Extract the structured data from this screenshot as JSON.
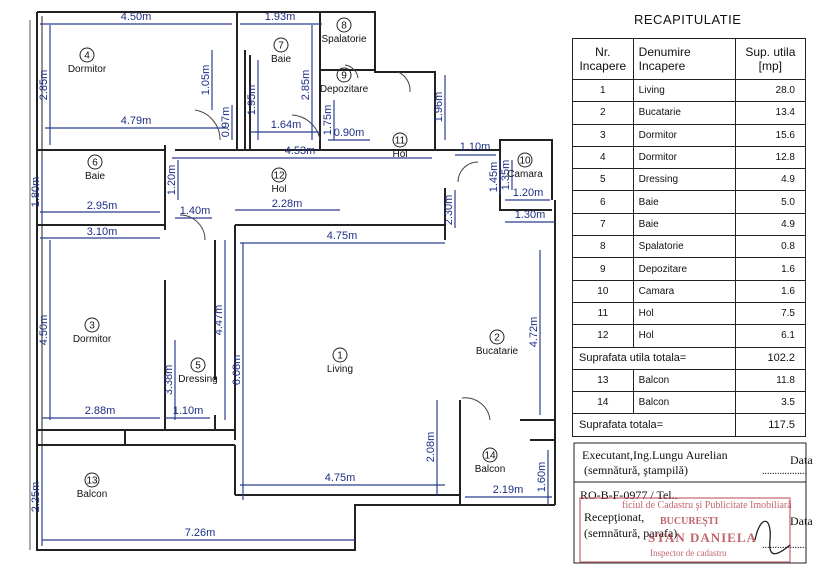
{
  "rooms": [
    {
      "nr": "1",
      "name": "Living",
      "area": "28.0"
    },
    {
      "nr": "2",
      "name": "Bucatarie",
      "area": "13.4"
    },
    {
      "nr": "3",
      "name": "Dormitor",
      "area": "15.6"
    },
    {
      "nr": "4",
      "name": "Dormitor",
      "area": "12.8"
    },
    {
      "nr": "5",
      "name": "Dressing",
      "area": "4.9"
    },
    {
      "nr": "6",
      "name": "Baie",
      "area": "5.0"
    },
    {
      "nr": "7",
      "name": "Baie",
      "area": "4.9"
    },
    {
      "nr": "8",
      "name": "Spalatorie",
      "area": "0.8"
    },
    {
      "nr": "9",
      "name": "Depozitare",
      "area": "1.6"
    },
    {
      "nr": "10",
      "name": "Camara",
      "area": "1.6"
    },
    {
      "nr": "11",
      "name": "Hol",
      "area": "7.5"
    },
    {
      "nr": "12",
      "name": "Hol",
      "area": "6.1"
    }
  ],
  "balconies": [
    {
      "nr": "13",
      "name": "Balcon",
      "area": "11.8"
    },
    {
      "nr": "14",
      "name": "Balcon",
      "area": "3.5"
    }
  ],
  "recap": {
    "title": "RECAPITULATIE",
    "col_nr": "Nr. Incapere",
    "col_name": "Denumire Incapere",
    "col_area": "Sup. utila [mp]",
    "util_total_label": "Suprafata utila totala=",
    "util_total_value": "102.2",
    "total_label": "Suprafata totala=",
    "total_value": "117.5"
  },
  "footer": {
    "executant": "Executant,Ing.Lungu Aurelian",
    "executant_sign": "(semnătură, ştampilă)",
    "data_label": "Data",
    "dots": "..................",
    "reg_code": "RO-B-F-0977 / Tel..",
    "receptionat": "Recepţionat,",
    "receptionat_sign": "(semnătură, parafa)"
  },
  "stamp": {
    "line1": "ficiul de Cadastru şi Publicitate Imobiliară",
    "line2": "BUCUREŞTI",
    "line3": "STAN DANIELA",
    "line4": "Inspector de cadastru"
  },
  "plan_labels": [
    {
      "nr": "4",
      "name": "Dormitor"
    },
    {
      "nr": "7",
      "name": "Baie"
    },
    {
      "nr": "8",
      "name": "Spalatorie"
    },
    {
      "nr": "9",
      "name": "Depozitare"
    },
    {
      "nr": "11",
      "name": "Hol"
    },
    {
      "nr": "10",
      "name": "Camara"
    },
    {
      "nr": "6",
      "name": "Baie"
    },
    {
      "nr": "12",
      "name": "Hol"
    },
    {
      "nr": "3",
      "name": "Dormitor"
    },
    {
      "nr": "5",
      "name": "Dressing"
    },
    {
      "nr": "1",
      "name": "Living"
    },
    {
      "nr": "2",
      "name": "Bucatarie"
    },
    {
      "nr": "13",
      "name": "Balcon"
    },
    {
      "nr": "14",
      "name": "Balcon"
    }
  ],
  "dims": [
    "4.50m",
    "1.93m",
    "2.85m",
    "1.05m",
    "2.85m",
    "4.79m",
    "1.95m",
    "0.97m",
    "1.64m",
    "1.75m",
    "0.90m",
    "1.96m",
    "4.53m",
    "1.10m",
    "1.35m",
    "1.45m",
    "1.20m",
    "1.80m",
    "2.95m",
    "1.40m",
    "2.28m",
    "2.30m",
    "1.20m",
    "1.30m",
    "3.10m",
    "4.75m",
    "4.47m",
    "4.50m",
    "4.72m",
    "3.38m",
    "6.08m",
    "2.88m",
    "1.10m",
    "2.08m",
    "1.60m",
    "2.25m",
    "4.75m",
    "2.19m",
    "7.26m"
  ]
}
